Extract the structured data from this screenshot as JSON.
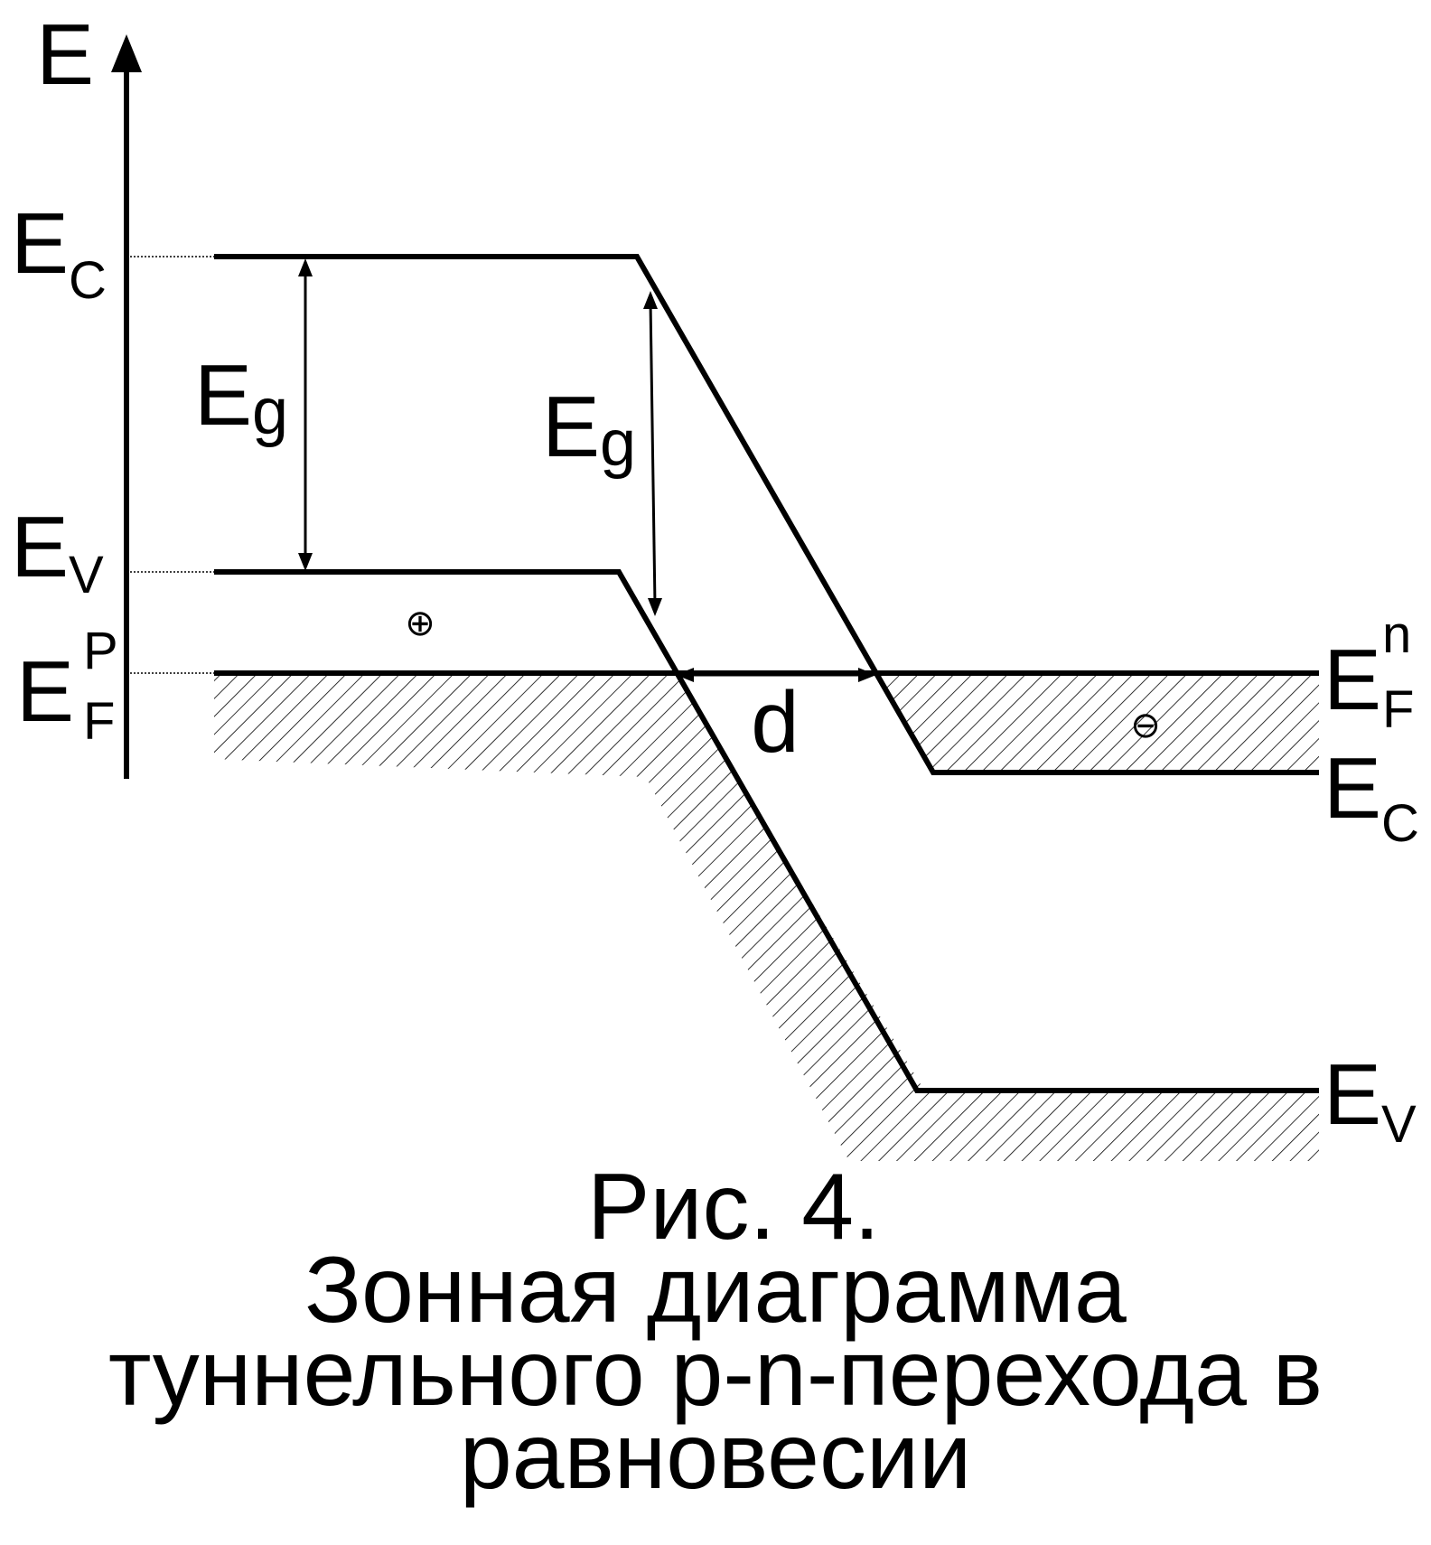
{
  "axis": {
    "energy_label": "E"
  },
  "labels": {
    "left": {
      "conduction": {
        "main": "E",
        "sub": "C"
      },
      "valence": {
        "main": "E",
        "sub": "V"
      },
      "fermi": {
        "main": "E",
        "sub": "F",
        "sup": "P"
      }
    },
    "right": {
      "fermi": {
        "main": "E",
        "sub": "F",
        "sup": "n"
      },
      "conduction": {
        "main": "E",
        "sub": "C"
      },
      "valence": {
        "main": "E",
        "sub": "V"
      }
    },
    "gap_left": {
      "main": "E",
      "sub": "g"
    },
    "gap_middle": {
      "main": "E",
      "sub": "g"
    },
    "depletion_width": "d",
    "hole_symbol": "⊕",
    "electron_symbol": "⊖"
  },
  "caption": {
    "line1": "Рис. 4.",
    "line2": "Зонная диаграмма",
    "line3": "туннельного p-n-перехода в",
    "line4": "равновесии"
  }
}
